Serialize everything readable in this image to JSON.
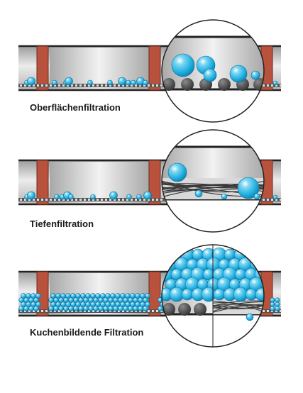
{
  "panels": [
    {
      "id": "surface",
      "caption": "Oberflächenfiltration",
      "mechanism": "surface"
    },
    {
      "id": "depth",
      "caption": "Tiefenfiltration",
      "mechanism": "depth"
    },
    {
      "id": "cake",
      "caption": "Kuchenbildende Filtration",
      "mechanism": "cake"
    }
  ],
  "colors": {
    "pipe_gray": "#c9c9c9",
    "pipe_highlight": "#e6e6e6",
    "flange_brick": "#b8523c",
    "flange_edge": "#6a2c1e",
    "particle_blue": "#29b4e3",
    "particle_light": "#bfe9f8",
    "fiber_dark": "#3a3a3a",
    "outline": "#222222"
  },
  "icons": [
    "filter-pipe",
    "magnifier-circle",
    "particle",
    "filter-medium-fiber"
  ]
}
